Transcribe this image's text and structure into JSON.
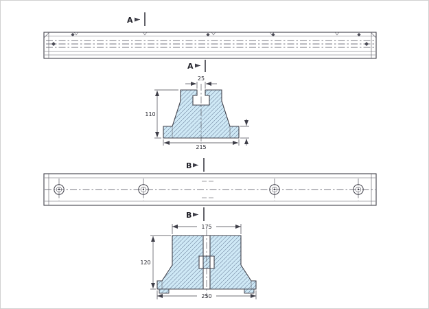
{
  "colors": {
    "hatch_fill": "#cfe9f6",
    "hatch_line": "#7f96ad",
    "line": "#3f3f49"
  },
  "section_markers": {
    "a_top": "A",
    "a_bottom": "A",
    "b_top": "B",
    "b_bottom": "B"
  },
  "dimensions": {
    "section_a": {
      "top_width": "25",
      "height": "110",
      "base_width": "215"
    },
    "section_b": {
      "top_width": "175",
      "height": "120",
      "base_width": "250"
    }
  }
}
